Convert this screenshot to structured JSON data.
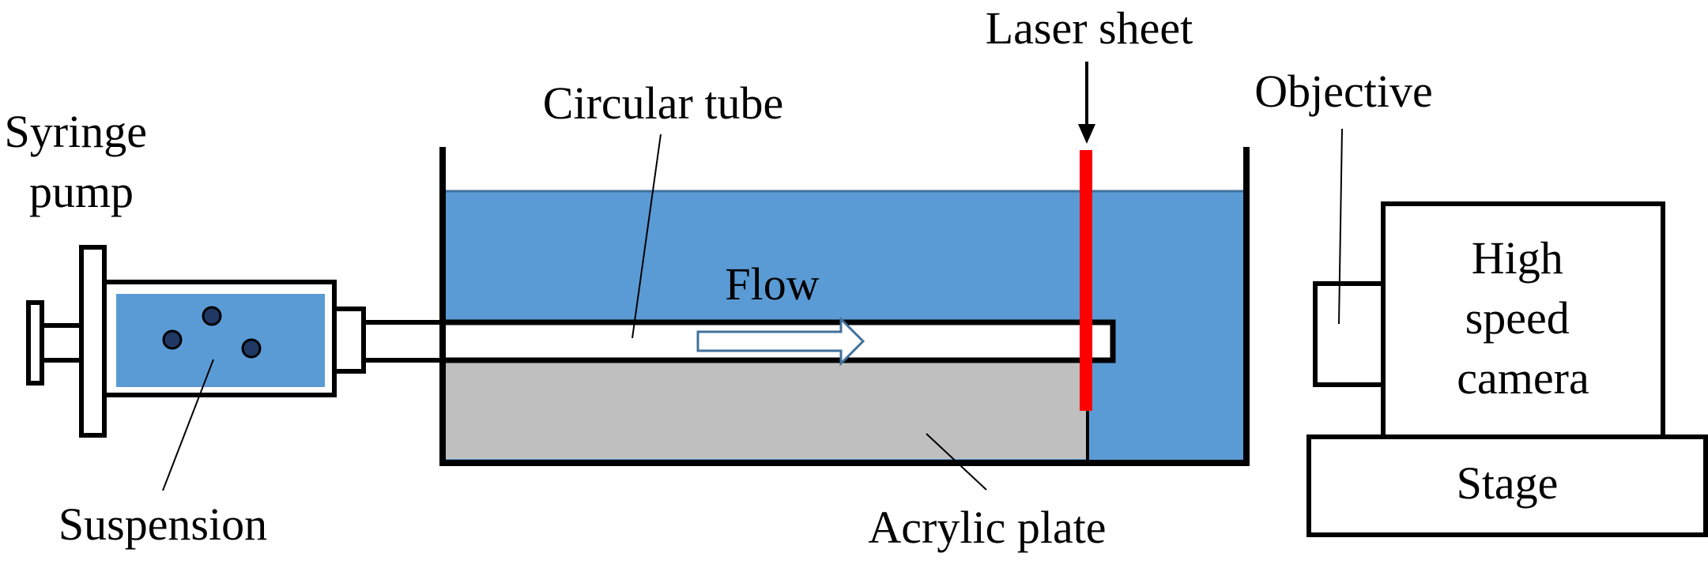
{
  "labels": {
    "syringe_pump_line1": "Syringe",
    "syringe_pump_line2": "pump",
    "suspension": "Suspension",
    "circular_tube": "Circular tube",
    "flow": "Flow",
    "laser_sheet": "Laser sheet",
    "acrylic_plate": "Acrylic plate",
    "objective": "Objective",
    "camera_line1": "High",
    "camera_line2": "speed",
    "camera_line3": "camera",
    "stage": "Stage"
  },
  "colors": {
    "water": "#5b9bd5",
    "water_edge": "#41719c",
    "acrylic": "#bfbfbf",
    "laser": "#ff0000",
    "particle": "#1f3864",
    "outline": "#000000",
    "flow_arrow": "#41719c"
  }
}
